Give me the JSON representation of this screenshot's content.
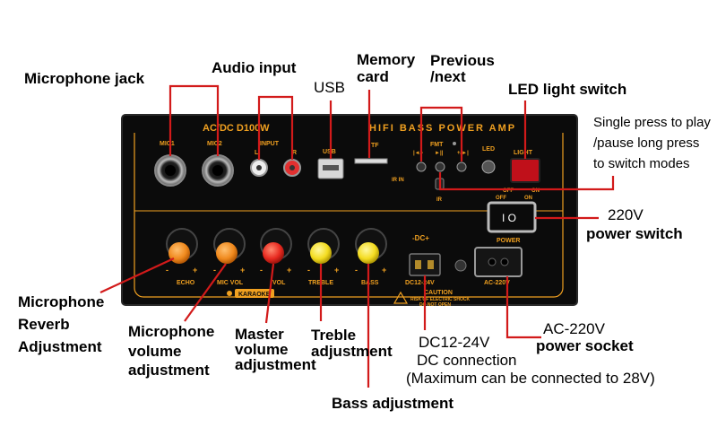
{
  "panel": {
    "header_left": "AC/DC D100W",
    "header_right": "HIFI  BASS  POWER  AMP",
    "jack_labels": [
      "MIC1",
      "MIC2"
    ],
    "input_label": "INPUT",
    "input_l": "L",
    "input_r": "R",
    "usb_label": "USB",
    "tf_label": "TF",
    "irin_label": "IR IN",
    "fmt_label": "FMT",
    "prev_label": "|◄/-",
    "play_label": "►||",
    "next_label": "+/►|",
    "ir_label": "IR",
    "led_label": "LED",
    "light_label": "LIGHT",
    "off_label": "OFF",
    "on_label": "ON",
    "power_label": "POWER",
    "knob_labels": [
      "ECHO",
      "MIC VOL",
      "VOL",
      "TREBLE",
      "BASS"
    ],
    "dc_label": "-DC+",
    "dc_sub": "DC12-24V",
    "ac_sub": "AC-220V",
    "karaoke": "KARAOKE",
    "caution": "CAUTION",
    "caution_line1": "RISK OF ELECTRIC SHOCK",
    "caution_line2": "DO NOT OPEN",
    "minus": "-",
    "plus": "+"
  },
  "callouts": {
    "mic_jack": "Microphone jack",
    "audio_input": "Audio input",
    "usb": "USB",
    "memory_card_1": "Memory",
    "memory_card_2": "card",
    "prev_next_1": "Previous",
    "prev_next_2": "/next",
    "led_switch": "LED light switch",
    "single_press_1": "Single press to play",
    "single_press_2": "/pause long press",
    "single_press_3": "to switch modes",
    "v220_1": "220V",
    "v220_2": "power switch",
    "mic_reverb_1": "Microphone",
    "mic_reverb_2": "Reverb",
    "mic_reverb_3": "Adjustment",
    "mic_vol_1": "Microphone",
    "mic_vol_2": "volume",
    "mic_vol_3": "adjustment",
    "master_1": "Master",
    "master_2": "volume",
    "master_3": "adjustment",
    "treble_1": "Treble",
    "treble_2": "adjustment",
    "dc_1": "DC12-24V",
    "dc_2": "DC connection",
    "dc_3": "(Maximum can be connected to 28V)",
    "ac_1": "AC-220V",
    "ac_2": "power socket",
    "bass": "Bass adjustment"
  },
  "colors": {
    "panel": "#0b0b0b",
    "panel_text": "#f0a020",
    "lead_line": "#d21a1a",
    "knob_orange": "#f08a1e",
    "knob_red": "#e82a20",
    "knob_yellow": "#f4dc20"
  }
}
